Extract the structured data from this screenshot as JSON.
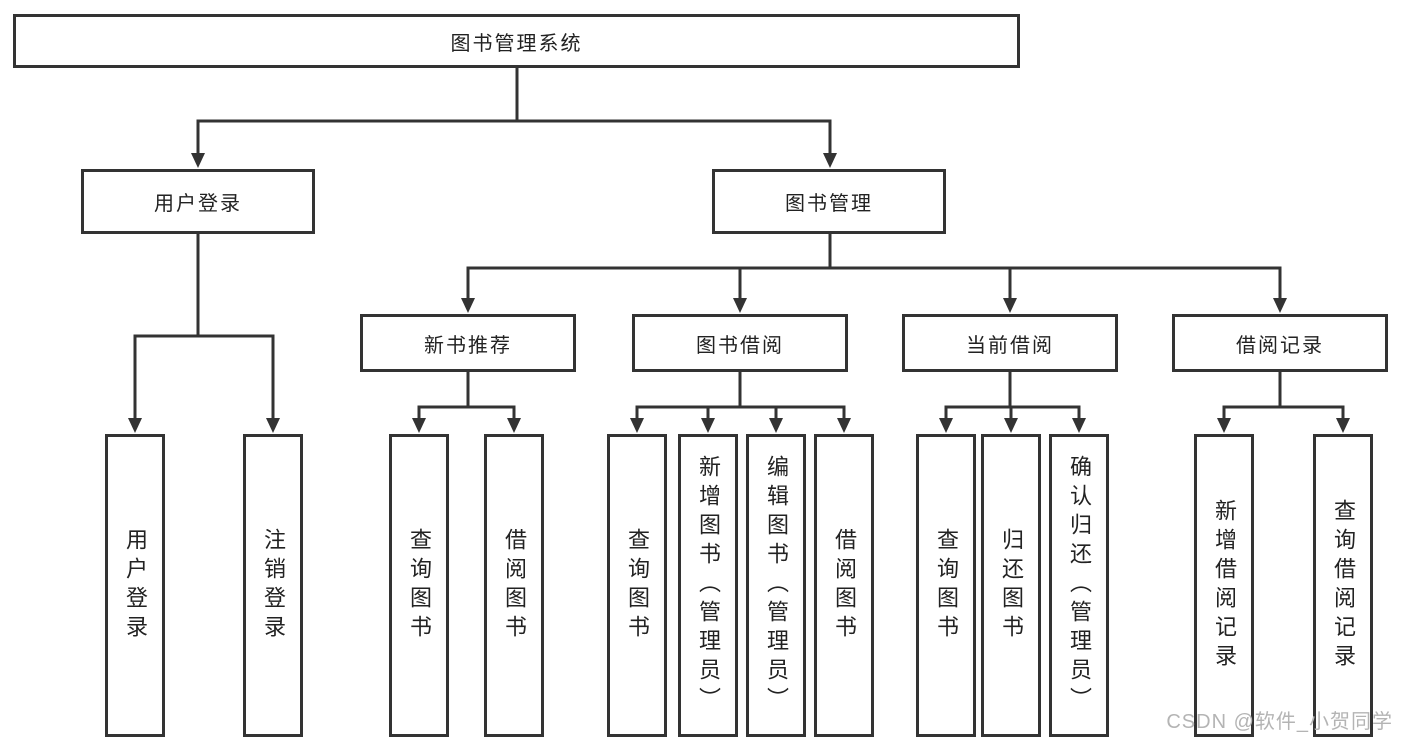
{
  "tree": {
    "root": {
      "label": "图书管理系统",
      "children": [
        {
          "label": "用户登录",
          "children": [
            {
              "label": "用户登录"
            },
            {
              "label": "注销登录"
            }
          ]
        },
        {
          "label": "图书管理",
          "children": [
            {
              "label": "新书推荐",
              "children": [
                {
                  "label": "查询图书"
                },
                {
                  "label": "借阅图书"
                }
              ]
            },
            {
              "label": "图书借阅",
              "children": [
                {
                  "label": "查询图书"
                },
                {
                  "label": "新增图书（管理员）"
                },
                {
                  "label": "编辑图书（管理员）"
                },
                {
                  "label": "借阅图书"
                }
              ]
            },
            {
              "label": "当前借阅",
              "children": [
                {
                  "label": "查询图书"
                },
                {
                  "label": "归还图书"
                },
                {
                  "label": "确认归还（管理员）"
                }
              ]
            },
            {
              "label": "借阅记录",
              "children": [
                {
                  "label": "新增借阅记录"
                },
                {
                  "label": "查询借阅记录"
                }
              ]
            }
          ]
        }
      ]
    }
  },
  "watermark": {
    "text": "CSDN @软件_小贺同学"
  },
  "colors": {
    "line": "#333333",
    "text": "#222222",
    "watermark": "#b4b4b4",
    "background": "#ffffff"
  }
}
